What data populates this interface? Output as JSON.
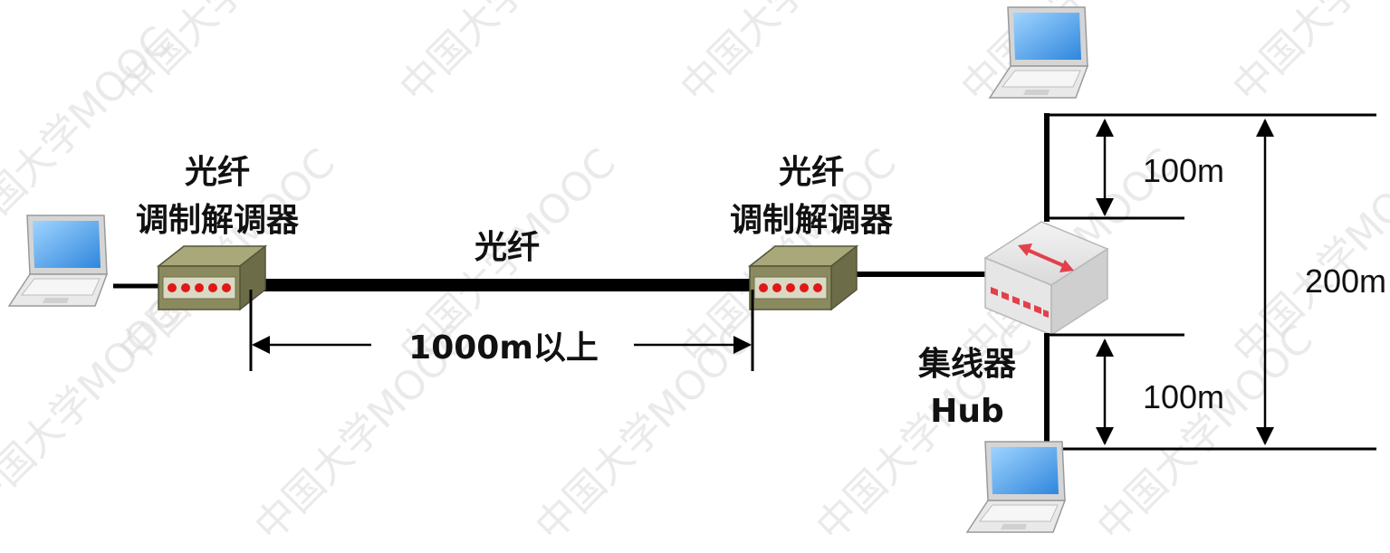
{
  "left_modem": {
    "line1": "光纤",
    "line2": "调制解调器"
  },
  "right_modem": {
    "line1": "光纤",
    "line2": "调制解调器"
  },
  "fiber_label": "光纤",
  "fiber_distance": "1000m以上",
  "hub": {
    "line1": "集线器",
    "line2": "Hub"
  },
  "top_segment": "100m",
  "bottom_segment": "100m",
  "total_span": "200m",
  "watermark": "中国大学MOOC",
  "colors": {
    "modem_body": "#8a8a5e",
    "modem_led": "#e01818",
    "laptop_screen": "#2f8fe0",
    "hub_arrow": "#e2404a",
    "cable": "#000000"
  }
}
